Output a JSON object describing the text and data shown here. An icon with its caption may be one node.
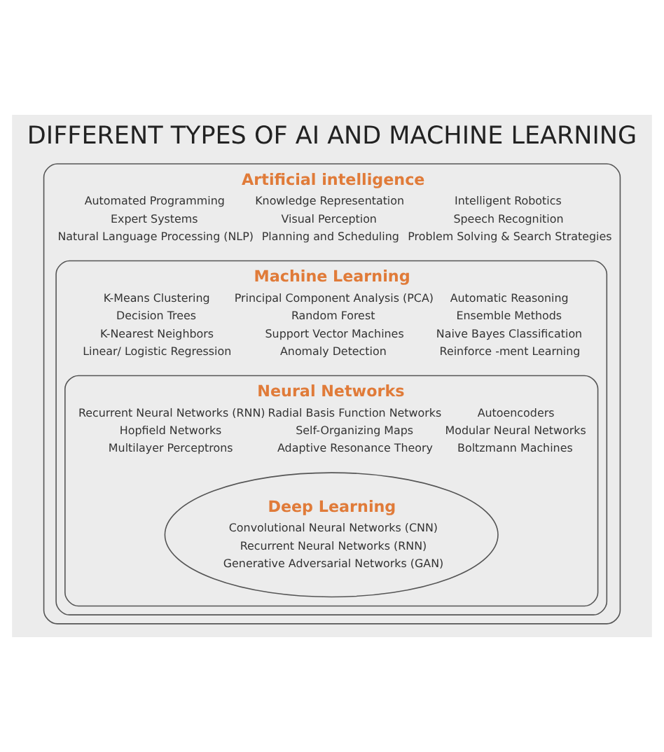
{
  "diagram": {
    "title": "DIFFERENT TYPES OF AI AND MACHINE LEARNING",
    "nodes": [
      {
        "text": [
          "Artificial intelligence",
          "Automated Programming",
          "Knowledge Representation",
          "Intelligent Robotics",
          "Expert Systems",
          "Visual Perception",
          "Speech Recognition",
          "Natural Language Processing (NLP)",
          "Planning and Scheduling",
          "Problem Solving & Search Strategies"
        ]
      },
      {
        "text": [
          "Machine Learning",
          "K-Means Clustering",
          "Principal Component Analysis (PCA)",
          "Automatic Reasoning",
          "Decision Trees",
          "Random Forest",
          "Ensemble Methods",
          "K-Nearest Neighbors",
          "Support Vector Machines",
          "Naive Bayes Classification",
          "Linear/ Logistic Regression",
          "Anomaly Detection",
          "Reinforce -ment Learning"
        ],
        "in": 0
      },
      {
        "text": [
          "Neural Networks",
          "Recurrent Neural Networks (RNN)",
          "Radial Basis Function Networks",
          "Autoencoders",
          "Hopfield Networks",
          "Self-Organizing Maps",
          "Modular Neural Networks",
          "Multilayer Perceptrons",
          "Adaptive Resonance Theory",
          "Boltzmann Machines"
        ],
        "in": 1
      },
      {
        "text": [
          "Deep Learning",
          "Convolutional Neural Networks (CNN)",
          "Recurrent Neural Networks (RNN)",
          "Generative Adversarial Networks (GAN)"
        ],
        "in": 2
      }
    ],
    "edges": []
  }
}
